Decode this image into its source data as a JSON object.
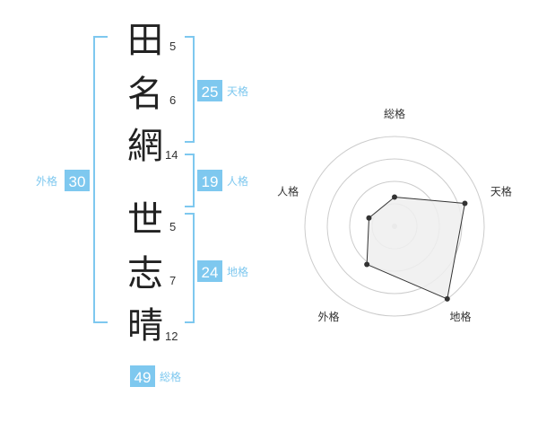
{
  "name": {
    "surname": [
      {
        "char": "田",
        "strokes": "5"
      },
      {
        "char": "名",
        "strokes": "6"
      },
      {
        "char": "網",
        "strokes": "14"
      }
    ],
    "given": [
      {
        "char": "世",
        "strokes": "5"
      },
      {
        "char": "志",
        "strokes": "7"
      },
      {
        "char": "晴",
        "strokes": "12"
      }
    ]
  },
  "fortunes": {
    "tenkaku": {
      "value": "25",
      "label": "天格"
    },
    "jinkaku": {
      "value": "19",
      "label": "人格"
    },
    "chikaku": {
      "value": "24",
      "label": "地格"
    },
    "gaikaku": {
      "value": "30",
      "label": "外格"
    },
    "soukaku": {
      "value": "49",
      "label": "総格"
    }
  },
  "colors": {
    "accent": "#7ec8ef",
    "badge": "#7ec8ef",
    "polygon_fill": "#eeeeee",
    "ring": "#cccccc"
  },
  "chart_data": {
    "type": "radar",
    "axes": [
      "総格",
      "天格",
      "地格",
      "外格",
      "人格"
    ],
    "max": 4,
    "rings": 4,
    "values": [
      1.3,
      3.3,
      4.0,
      2.1,
      1.2
    ]
  }
}
